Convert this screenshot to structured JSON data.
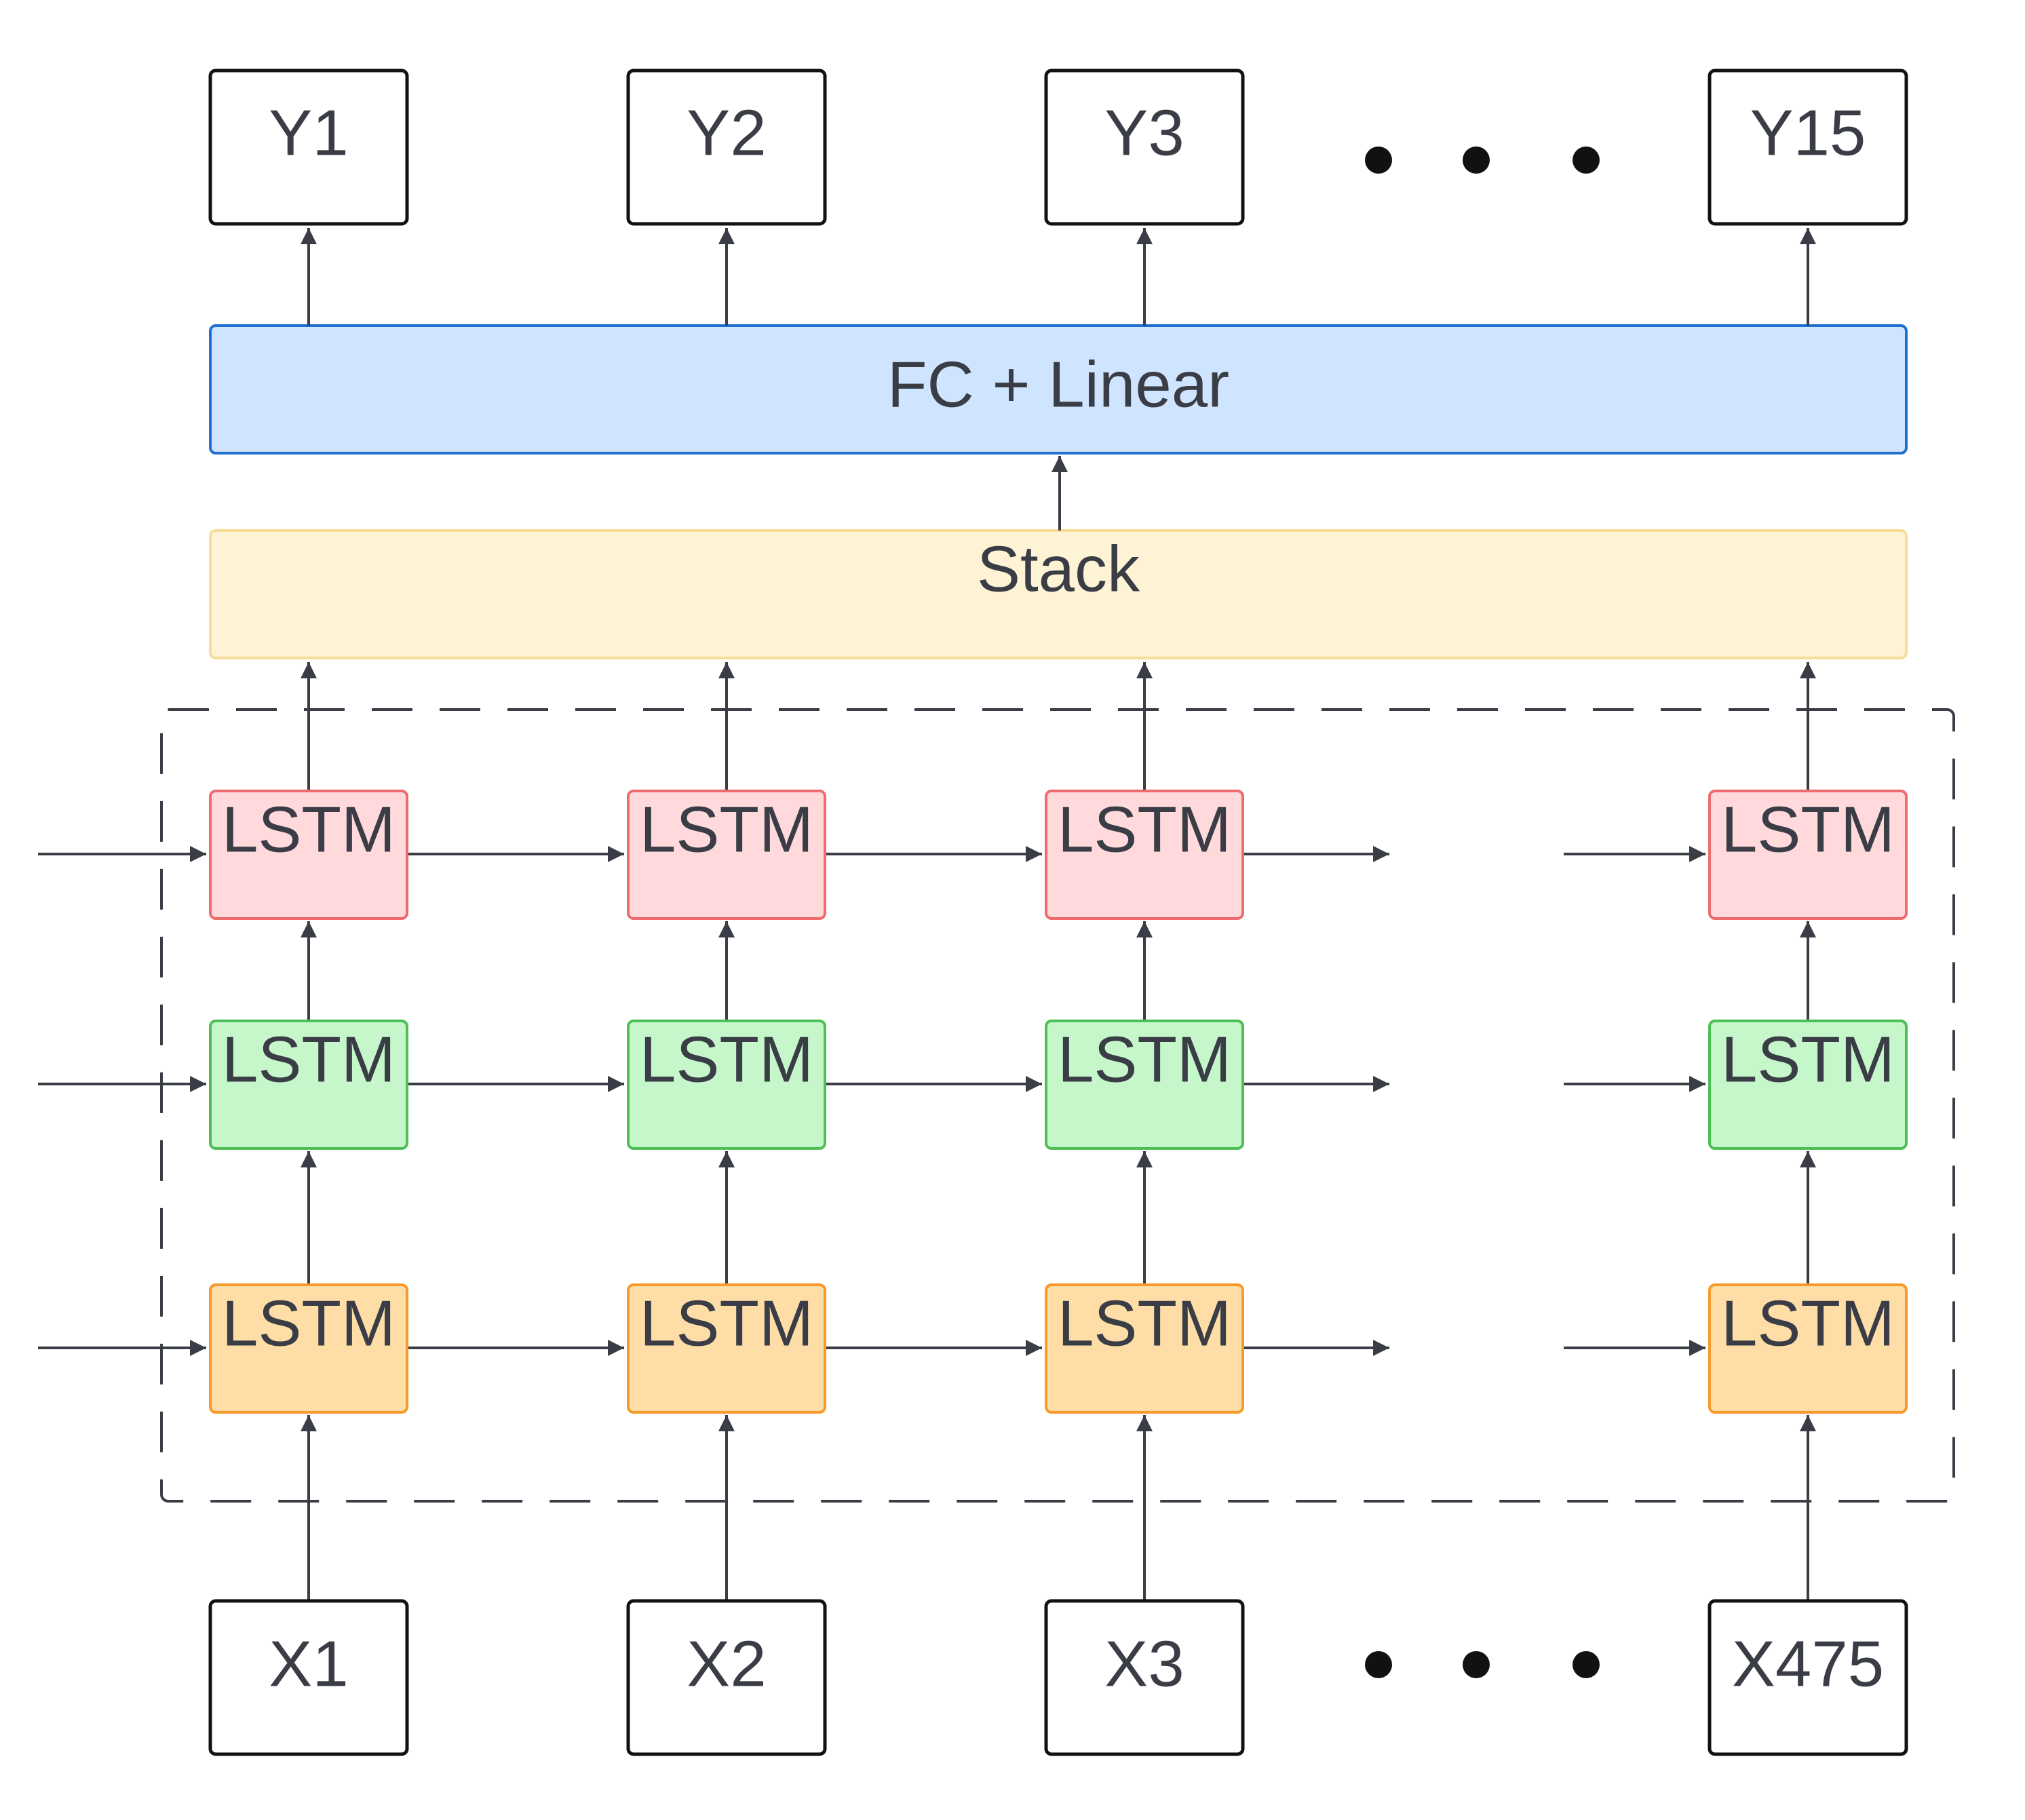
{
  "outputs": [
    "Y1",
    "Y2",
    "Y3",
    "Y15"
  ],
  "inputs": [
    "X1",
    "X2",
    "X3",
    "X475"
  ],
  "fc_layer": {
    "label": "FC + Linear"
  },
  "stack_layer": {
    "label": "Stack"
  },
  "lstm_label": "LSTM",
  "colors": {
    "lstm_top_fill": "#ffd9dc",
    "lstm_top_stroke": "#ee6b6e",
    "lstm_mid_fill": "#c5f7cb",
    "lstm_mid_stroke": "#4dbf56",
    "lstm_bot_fill": "#fedda7",
    "lstm_bot_stroke": "#f79a2a",
    "fc_fill": "#cfe4ff",
    "fc_stroke": "#1f6fd0",
    "stack_fill": "#fff3d6",
    "stack_stroke": "#f7dd97",
    "line": "#3a3d45"
  }
}
